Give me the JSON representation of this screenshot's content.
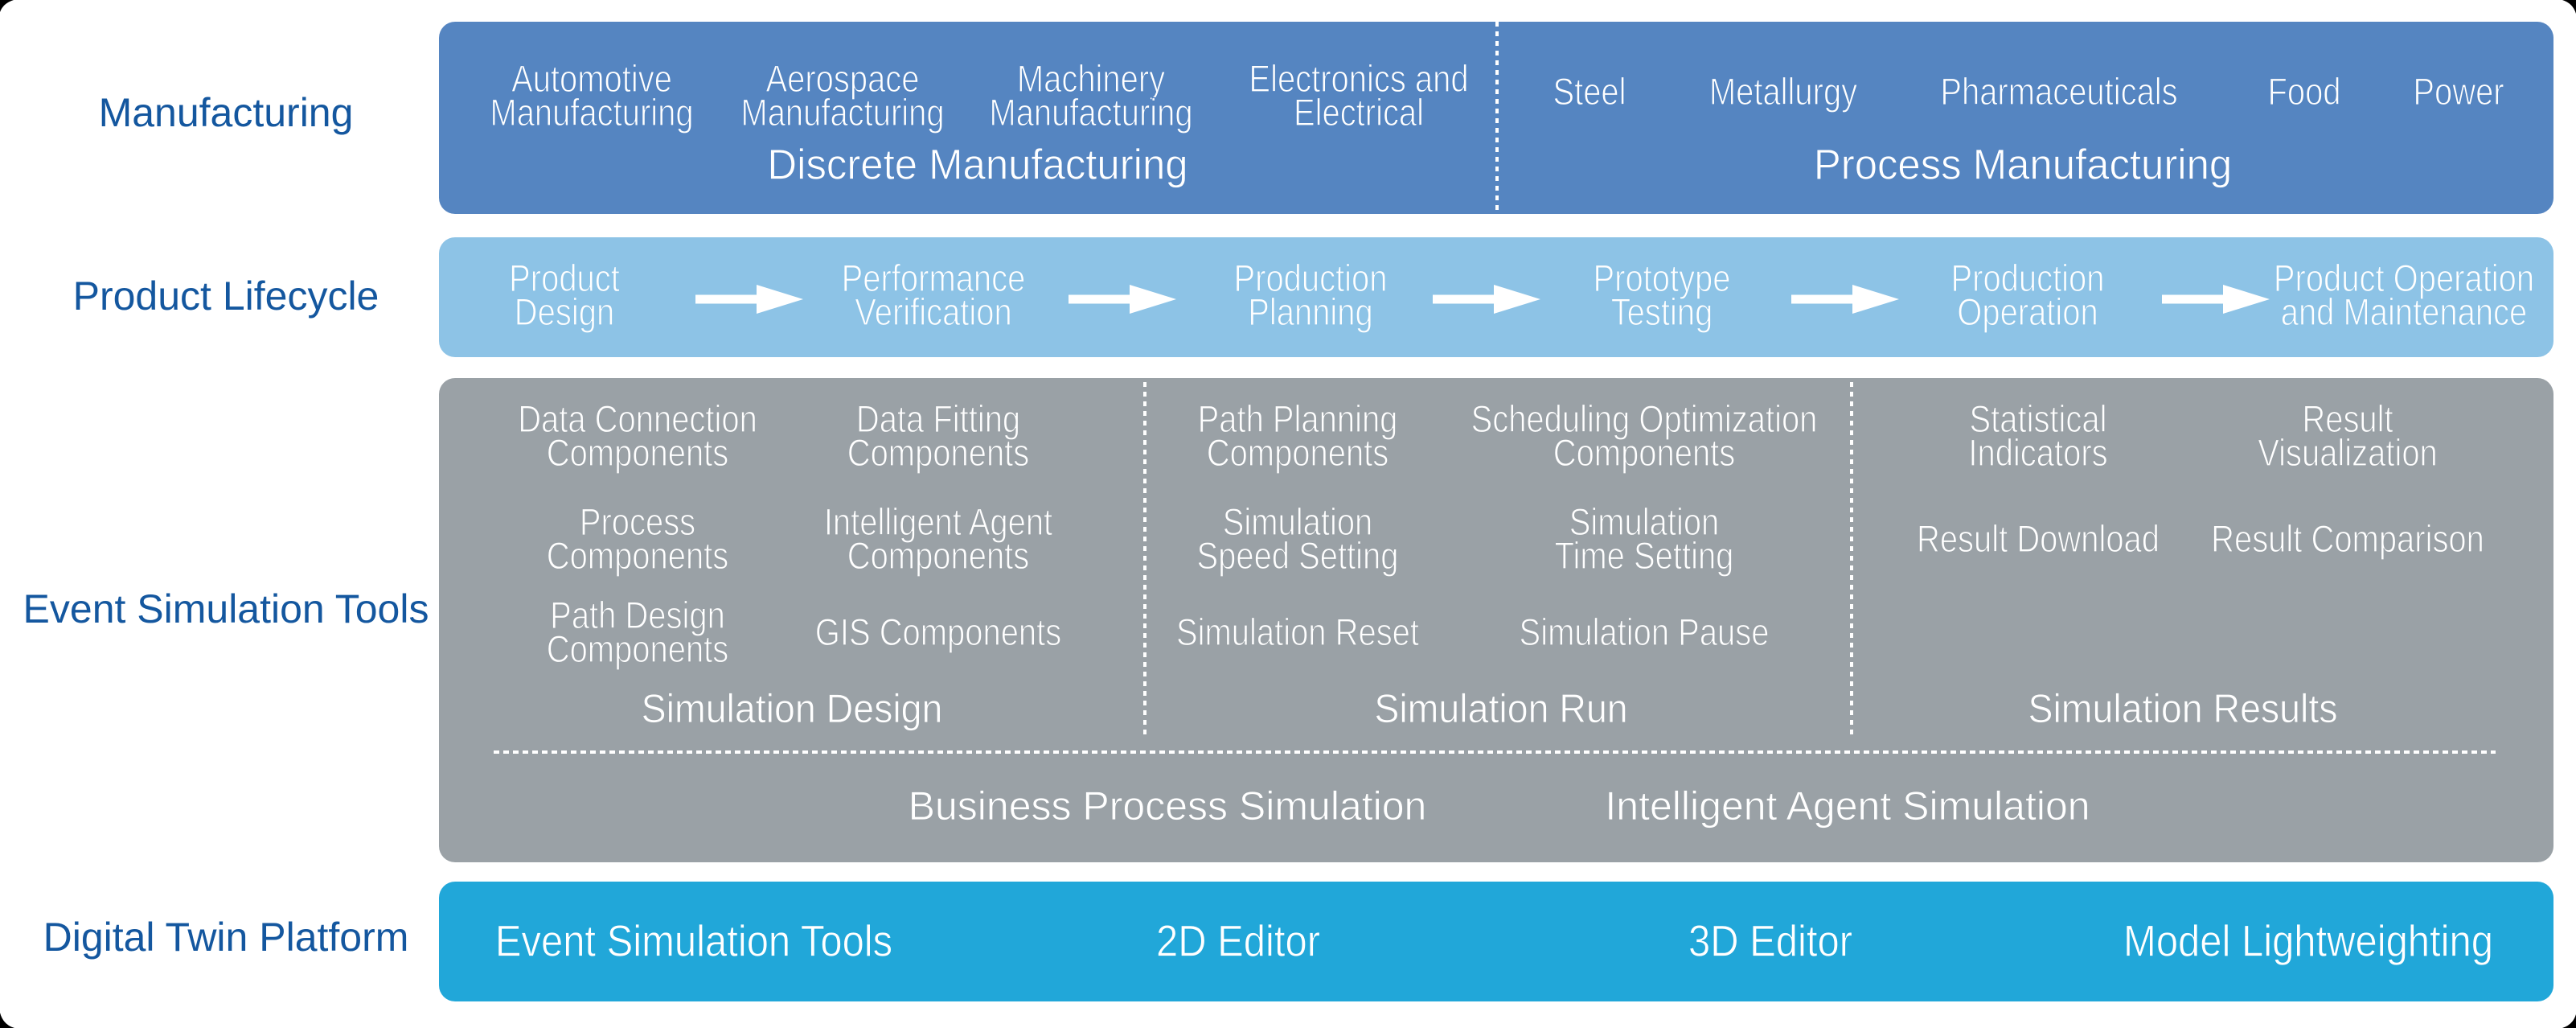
{
  "colors": {
    "manufacturing_band": "#5585C1",
    "lifecycle_band": "#8DC3E6",
    "simulation_band": "#9AA1A6",
    "platform_band": "#21A7D9",
    "row_label_text": "#14579F",
    "band_text": "#FFFFFF",
    "corner_mark": "#000000"
  },
  "manufacturing": {
    "label": "Manufacturing",
    "discrete": {
      "title": "Discrete Manufacturing",
      "items": [
        "Automotive\nManufacturing",
        "Aerospace\nManufacturing",
        "Machinery\nManufacturing",
        "Electronics and\nElectrical"
      ]
    },
    "process": {
      "title": "Process Manufacturing",
      "items": [
        "Steel",
        "Metallurgy",
        "Pharmaceuticals",
        "Food",
        "Power"
      ]
    }
  },
  "lifecycle": {
    "label": "Product Lifecycle",
    "stages": [
      "Product\nDesign",
      "Performance\nVerification",
      "Production\nPlanning",
      "Prototype\nTesting",
      "Production\nOperation",
      "Product Operation\nand Maintenance"
    ]
  },
  "simulation": {
    "label": "Event Simulation Tools",
    "columns": [
      {
        "title": "Simulation Design",
        "items": [
          "Data Connection\nComponents",
          "Data Fitting\nComponents",
          "Process\nComponents",
          "Intelligent Agent\nComponents",
          "Path Design\nComponents",
          "GIS Components"
        ]
      },
      {
        "title": "Simulation Run",
        "items": [
          "Path Planning\nComponents",
          "Scheduling Optimization\nComponents",
          "Simulation\nSpeed Setting",
          "Simulation\nTime Setting",
          "Simulation Reset",
          "Simulation Pause"
        ]
      },
      {
        "title": "Simulation Results",
        "items": [
          "Statistical\nIndicators",
          "Result\nVisualization",
          "Result Download",
          "Result Comparison"
        ]
      }
    ],
    "lanes": [
      "Business Process Simulation",
      "Intelligent Agent Simulation"
    ]
  },
  "platform": {
    "label": "Digital Twin Platform",
    "items": [
      "Event Simulation Tools",
      "2D Editor",
      "3D Editor",
      "Model Lightweighting"
    ]
  }
}
